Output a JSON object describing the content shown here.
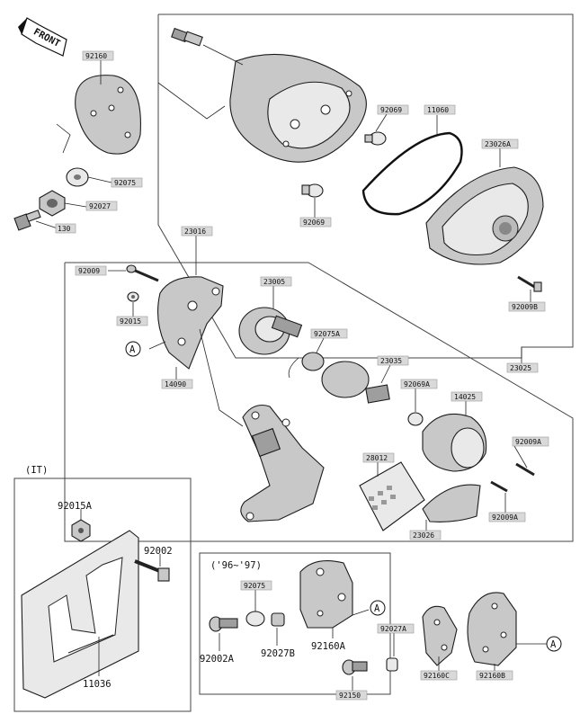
{
  "diagram": {
    "front_label": "FRONT",
    "it_label": "(IT)",
    "years_label": "('96~'97)",
    "ref_mark": "A",
    "parts": {
      "p92160_top": "92160",
      "p92075_top": "92075",
      "p92027_top": "92027",
      "p130": "130",
      "p92069_1": "92069",
      "p11060": "11060",
      "p23026A": "23026A",
      "p92069_2": "92069",
      "p92009B": "92009B",
      "p23025": "23025",
      "p23016": "23016",
      "p92009": "92009",
      "p92015": "92015",
      "p14090": "14090",
      "p23005": "23005",
      "p92075A": "92075A",
      "p23035": "23035",
      "p92069A": "92069A",
      "p14025": "14025",
      "p92009A": "92009A",
      "p28012": "28012",
      "p92009A_2": "92009A",
      "p23026": "23026",
      "p92015A": "92015A",
      "p92002": "92002",
      "p11036": "11036",
      "p92075_mid": "92075",
      "p92002A": "92002A",
      "p92027B": "92027B",
      "p92160A": "92160A",
      "p92027A": "92027A",
      "p92150": "92150",
      "p92160C": "92160C",
      "p92160B": "92160B"
    }
  }
}
